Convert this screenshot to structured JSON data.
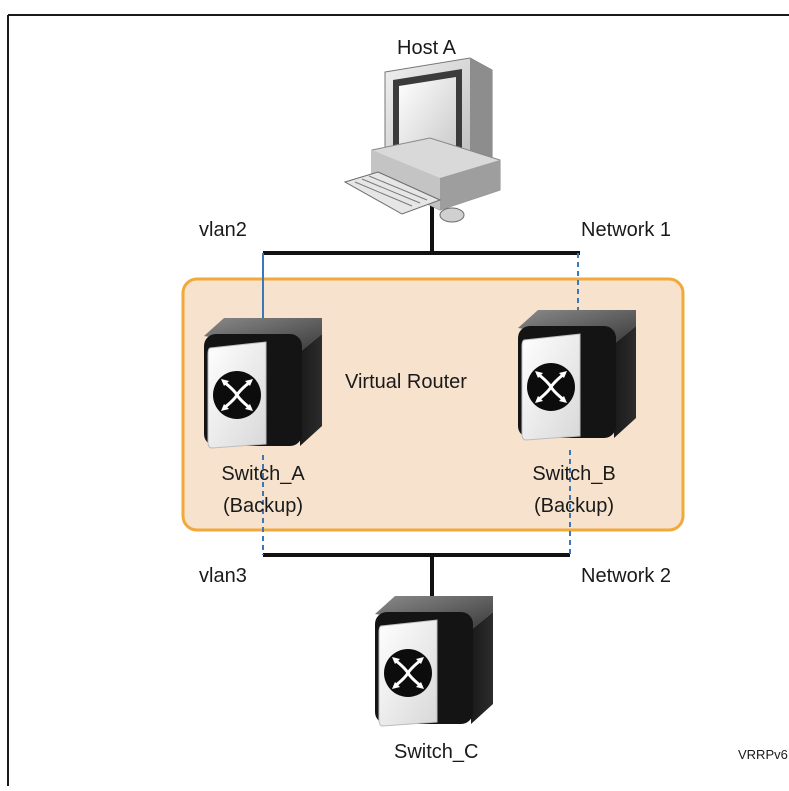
{
  "diagram": {
    "host": {
      "label": "Host A"
    },
    "vlan_top": "vlan2",
    "vlan_bottom": "vlan3",
    "network_top": "Network 1",
    "network_bottom": "Network 2",
    "virtual_router": {
      "label": "Virtual Router"
    },
    "switch_a": {
      "name": "Switch_A",
      "role": "(Backup)"
    },
    "switch_b": {
      "name": "Switch_B",
      "role": "(Backup)"
    },
    "switch_c": {
      "name": "Switch_C"
    },
    "figure_id": "VRRPv6"
  },
  "colors": {
    "virtual_router_fill": "#f7e3cd",
    "virtual_router_border": "#f2a93b",
    "link_blue": "#3a78b8",
    "bus_black": "#111111"
  }
}
